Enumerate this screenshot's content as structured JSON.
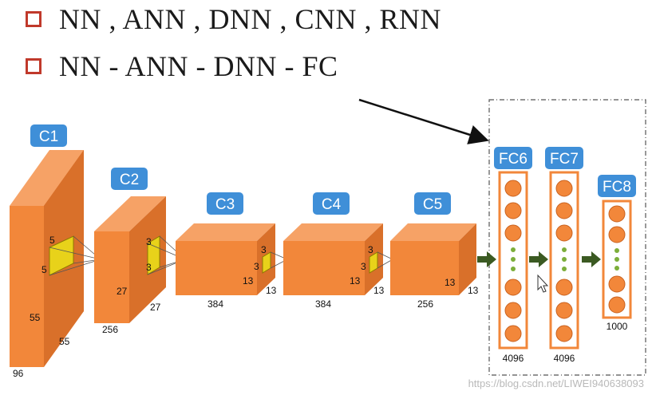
{
  "bullets": [
    {
      "text": "NN , ANN , DNN , CNN , RNN"
    },
    {
      "text": "NN - ANN - DNN - FC"
    }
  ],
  "layers": {
    "c1": {
      "label": "C1",
      "side": "55",
      "bottom": "55",
      "depth": "96",
      "kernel_a": "5",
      "kernel_b": "5"
    },
    "c2": {
      "label": "C2",
      "side": "27",
      "bottom": "27",
      "depth": "256",
      "kernel_a": "3",
      "kernel_b": "3"
    },
    "c3": {
      "label": "C3",
      "side": "13",
      "bottom": "13",
      "depth": "384",
      "kernel_a": "3",
      "kernel_b": "3"
    },
    "c4": {
      "label": "C4",
      "side": "13",
      "bottom": "13",
      "depth": "384",
      "kernel_a": "3",
      "kernel_b": "3"
    },
    "c5": {
      "label": "C5",
      "side": "13",
      "bottom": "13",
      "depth": "256"
    }
  },
  "fc": {
    "fc6": {
      "label": "FC6",
      "size": "4096"
    },
    "fc7": {
      "label": "FC7",
      "size": "4096"
    },
    "fc8": {
      "label": "FC8",
      "size": "1000"
    }
  },
  "watermark": "https://blog.csdn.net/LIWEI940638093",
  "colors": {
    "cube_front": "#f2873a",
    "cube_top": "#f6a266",
    "cube_side": "#d9702a",
    "label_bg": "#3f8fd8",
    "kernel": "#e8d21a",
    "arrow": "#3b5a22",
    "bullet_box": "#c0392b"
  }
}
